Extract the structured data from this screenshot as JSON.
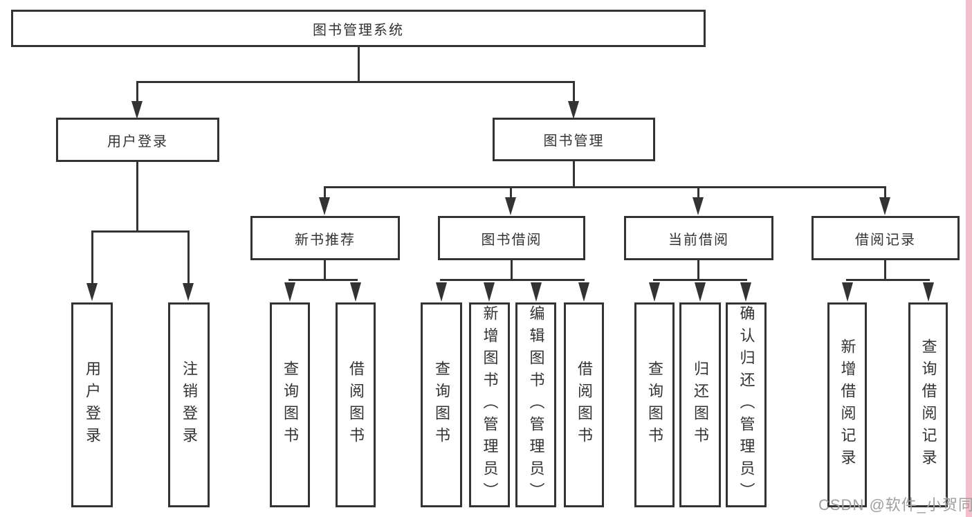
{
  "tree": {
    "root": "图书管理系统",
    "branches": [
      {
        "label": "用户登录",
        "children": [
          {
            "label": "用户登录"
          },
          {
            "label": "注销登录"
          }
        ]
      },
      {
        "label": "图书管理",
        "children": [
          {
            "label": "新书推荐",
            "children": [
              {
                "label": "查询图书"
              },
              {
                "label": "借阅图书"
              }
            ]
          },
          {
            "label": "图书借阅",
            "children": [
              {
                "label": "查询图书"
              },
              {
                "label": "新增图书（管理员）"
              },
              {
                "label": "编辑图书（管理员）"
              },
              {
                "label": "借阅图书"
              }
            ]
          },
          {
            "label": "当前借阅",
            "children": [
              {
                "label": "查询图书"
              },
              {
                "label": "归还图书"
              },
              {
                "label": "确认归还（管理员）"
              }
            ]
          },
          {
            "label": "借阅记录",
            "children": [
              {
                "label": "新增借阅记录"
              },
              {
                "label": "查询借阅记录"
              }
            ]
          }
        ]
      }
    ]
  },
  "watermark": {
    "text": "CSDN @软件_小贺同学"
  },
  "colors": {
    "background": "#ffffff",
    "box_border": "#333333",
    "text": "#333333",
    "connector": "#333333",
    "watermark_gray": "#9f9f9f",
    "pink_strip": "#f2bfca"
  }
}
